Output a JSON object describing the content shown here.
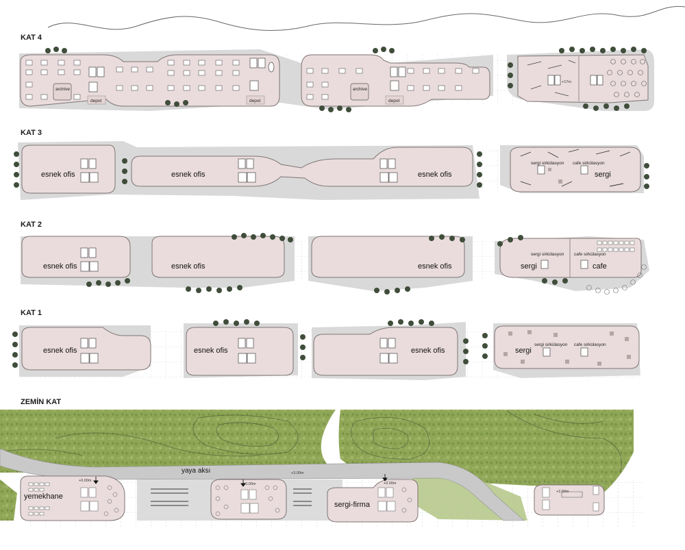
{
  "floors": {
    "kat4": {
      "title": "KAT 4",
      "labels": {
        "archive": "archive",
        "depot": "depot",
        "level": "+17m"
      }
    },
    "kat3": {
      "title": "KAT 3",
      "labels": {
        "esnek_ofis": "esnek ofis",
        "sergi_sirkulasyon": "sergi sirkülasyon",
        "cafe_sirkulasyon": "cafe sirkülasyon",
        "sergi": "sergi"
      }
    },
    "kat2": {
      "title": "KAT 2",
      "labels": {
        "esnek_ofis": "esnek ofis",
        "sergi_sirkulasyon": "sergi sirkülasyon",
        "cafe_sirkulasyon": "cafe sirkülasyon",
        "sergi": "sergi",
        "cafe": "cafe"
      }
    },
    "kat1": {
      "title": "KAT 1",
      "labels": {
        "esnek_ofis": "esnek ofis",
        "sergi_sirkulasyon": "sergi sirkülasyon",
        "cafe_sirkulasyon": "cafe sirkülasyon",
        "sergi": "sergi"
      }
    },
    "zemin": {
      "title": "ZEMİN KAT",
      "labels": {
        "yaya_aksi": "yaya aksı",
        "yemekhane": "yemekhane",
        "sergi_firma": "sergi-firma",
        "lvl_0a": "+0.00m",
        "lvl_0b": "+0.00m",
        "lvl_0c": "+0.00m",
        "lvl_3": "+3.00m",
        "lvl_2": "+2.00m"
      }
    }
  },
  "colors": {
    "building_fill": "#eadcdc",
    "building_stroke": "#7d7373",
    "terrace": "#d6d6d6",
    "grass": "#8ea657",
    "road": "#c9c9c9",
    "tree": "#3f4d3a"
  }
}
